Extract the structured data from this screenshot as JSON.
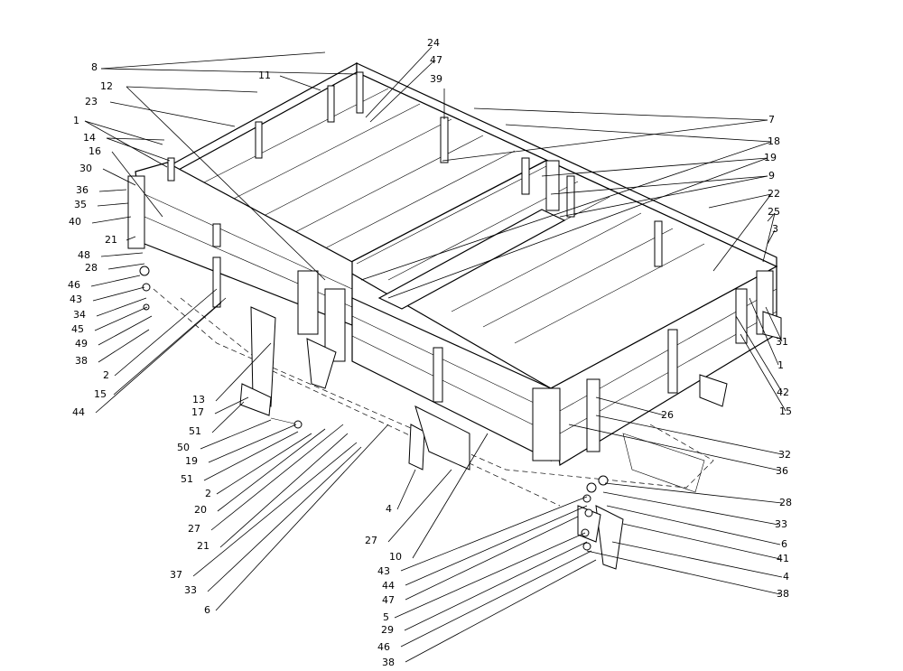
{
  "labels": [
    "1",
    "2",
    "3",
    "4",
    "5",
    "6",
    "7",
    "8",
    "9",
    "10",
    "11",
    "12",
    "13",
    "14",
    "15",
    "16",
    "17",
    "18",
    "19",
    "20",
    "21",
    "22",
    "23",
    "24",
    "25",
    "26",
    "27",
    "28",
    "29",
    "30",
    "31",
    "32",
    "33",
    "34",
    "35",
    "36",
    "37",
    "38",
    "39",
    "40",
    "41",
    "42",
    "43",
    "44",
    "45",
    "46",
    "47",
    "48",
    "49",
    "50",
    "51"
  ]
}
